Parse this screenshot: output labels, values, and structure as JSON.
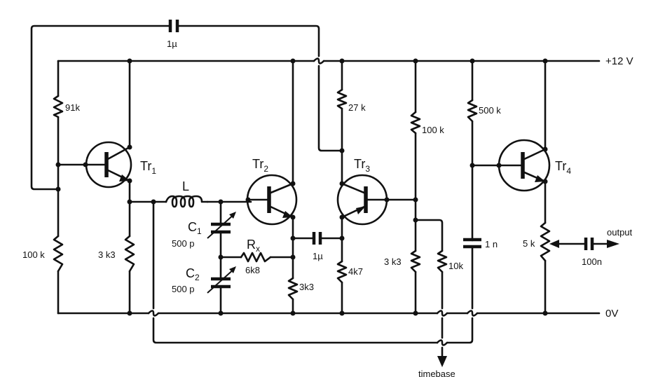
{
  "diagram": {
    "title": "",
    "rails": {
      "positive": {
        "label": "+12 V"
      },
      "ground": {
        "label": "0V"
      }
    },
    "transistors": [
      {
        "id": "Tr1",
        "name": "Tr",
        "sub": "1"
      },
      {
        "id": "Tr2",
        "name": "Tr",
        "sub": "2"
      },
      {
        "id": "Tr3",
        "name": "Tr",
        "sub": "3"
      },
      {
        "id": "Tr4",
        "name": "Tr",
        "sub": "4"
      }
    ],
    "resistors": {
      "r_91k": "91k",
      "r_100k_left": "100 k",
      "r_3k3_tr1": "3 k3",
      "r_x_name": "R",
      "r_x_sub": "x",
      "r_x_value": "6k8",
      "r_3k3_tr2": "3k3",
      "r_27k": "27 k",
      "r_4k7": "4k7",
      "r_100k_tr3": "100 k",
      "r_3k3_tr3": "3 k3",
      "r_10k": "10k",
      "r_500k": "500 k",
      "pot_5k": "5 k"
    },
    "capacitors": {
      "c_feedback": "1µ",
      "c_coupling": "1µ",
      "c_1n": "1 n",
      "c_output": "100n",
      "c1_name": "C",
      "c1_sub": "1",
      "c1_value": "500 p",
      "c2_name": "C",
      "c2_sub": "2",
      "c2_value": "500 p"
    },
    "inductor": {
      "label": "L"
    },
    "outputs": {
      "output": "output",
      "timebase": "timebase"
    }
  }
}
